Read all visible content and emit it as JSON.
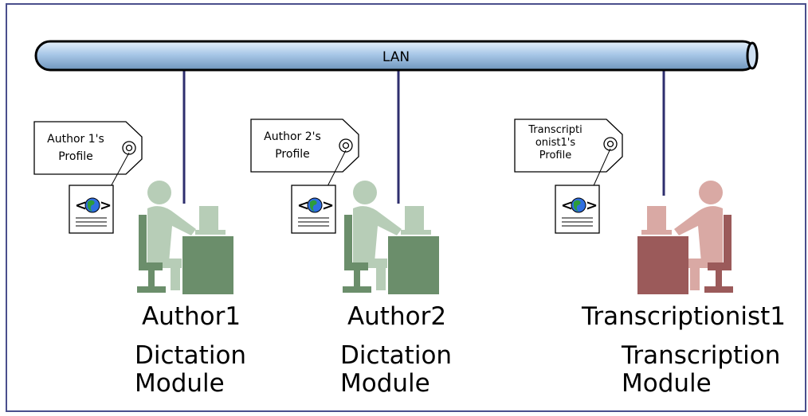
{
  "network": {
    "label": "LAN"
  },
  "workstations": [
    {
      "name": "Author1",
      "module_line1": "Dictation",
      "module_line2": "Module",
      "profile_line1": "Author 1's",
      "profile_line2": "Profile",
      "profile_line3": "",
      "person_color": "#6b8e6b",
      "person_light": "#b7cdb7",
      "desk_color": "#6b8e6b"
    },
    {
      "name": "Author2",
      "module_line1": "Dictation",
      "module_line2": "Module",
      "profile_line1": "Author 2's",
      "profile_line2": "Profile",
      "profile_line3": "",
      "person_color": "#6b8e6b",
      "person_light": "#b7cdb7",
      "desk_color": "#6b8e6b"
    },
    {
      "name": "Transcriptionist1",
      "module_line1": "Transcription",
      "module_line2": "Module",
      "profile_line1": "Transcripti",
      "profile_line2": "onist1's",
      "profile_line3": "Profile",
      "person_color": "#9b5a5a",
      "person_light": "#d9a9a4",
      "desk_color": "#9b5a5a"
    }
  ],
  "colors": {
    "frame": "#4a4f8c",
    "cable": "#2e2e6e",
    "lan_fill": "#a9c8e8",
    "lan_stroke": "#000000"
  },
  "icons": {
    "profile_tag": "tag-icon",
    "xml_document": "xml-document-icon"
  }
}
